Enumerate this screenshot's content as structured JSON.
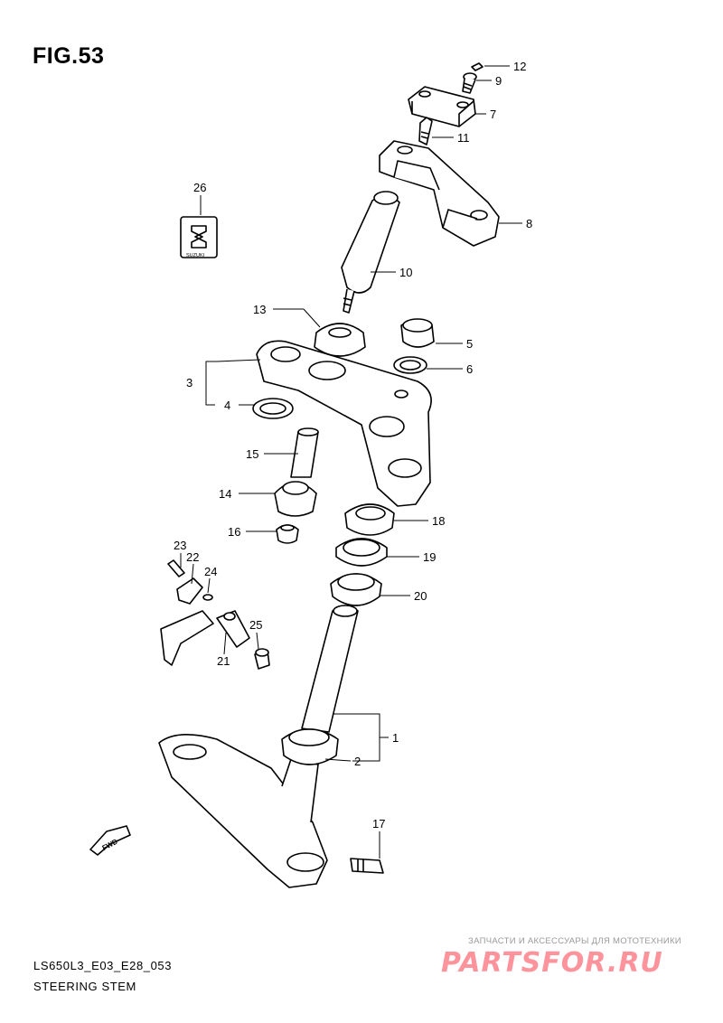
{
  "figure": {
    "title": "FIG.53",
    "code": "LS650L3_E03_E28_053",
    "name": "STEERING STEM"
  },
  "callouts": [
    "1",
    "2",
    "3",
    "4",
    "5",
    "6",
    "7",
    "8",
    "9",
    "10",
    "11",
    "12",
    "13",
    "14",
    "15",
    "16",
    "17",
    "18",
    "19",
    "20",
    "21",
    "22",
    "23",
    "24",
    "25",
    "26"
  ],
  "emblem": {
    "text": "SUZUKI"
  },
  "fwd_arrow": {
    "text": "FWD"
  },
  "watermark": {
    "subtitle": "ЗАПЧАСТИ И АКСЕССУАРЫ ДЛЯ МОТОТЕХНИКИ",
    "brand": "PARTSFOR.RU",
    "color": "#ff3b4d"
  }
}
